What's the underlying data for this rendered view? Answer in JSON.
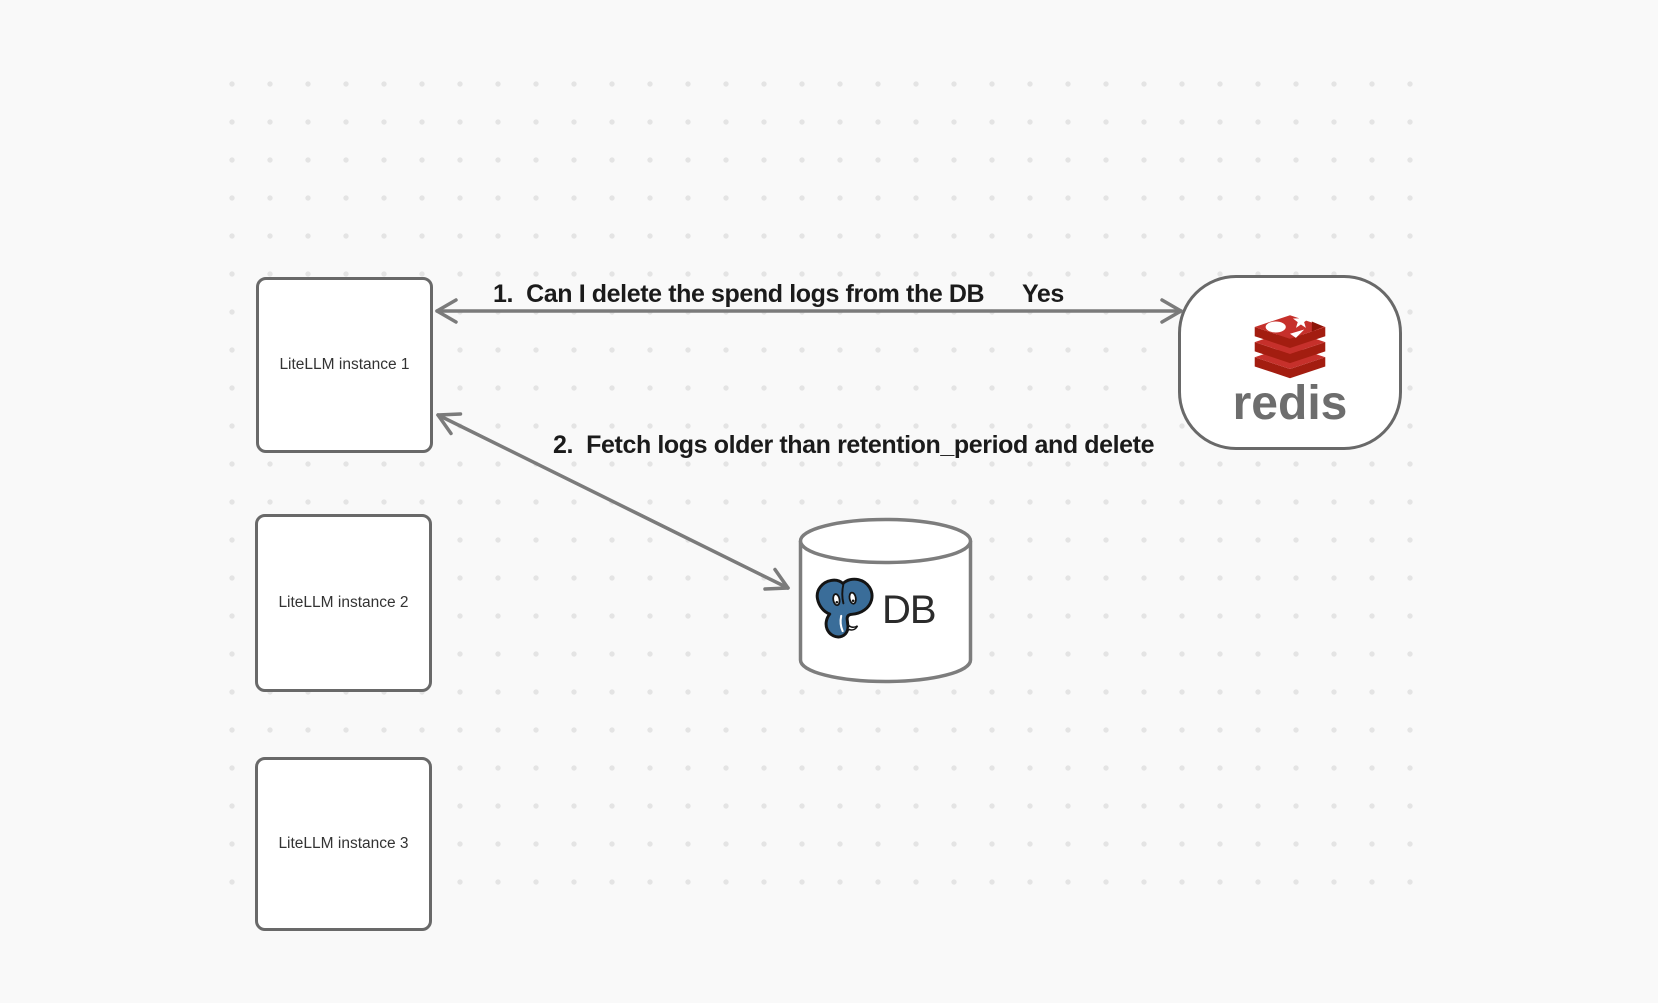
{
  "diagram": {
    "nodes": {
      "instance1": {
        "label": "LiteLLM instance 1"
      },
      "instance2": {
        "label": "LiteLLM instance 2"
      },
      "instance3": {
        "label": "LiteLLM instance 3"
      },
      "redis": {
        "label": "redis"
      },
      "db": {
        "label": "DB"
      }
    },
    "arrows": [
      {
        "label": "1.  Can I delete the spend logs from the DB",
        "response": "Yes",
        "from": "redis",
        "to": "instance1",
        "style": "double-headed"
      },
      {
        "label": "2.  Fetch logs older than retention_period and delete",
        "from": "instance1",
        "to": "db",
        "style": "double-headed"
      }
    ]
  },
  "icons": {
    "redis": "redis-logo",
    "db": "postgresql-elephant-logo"
  },
  "colors": {
    "canvas-bg": "#f9f9f9",
    "dot": "#e4e4e4",
    "shape-border": "#696969",
    "arrow": "#7b7b7b",
    "label-text": "#1b1b1b",
    "node-text": "#333333",
    "redis-red": "#c6302b",
    "redis-red-dark": "#a31d10",
    "redis-gray": "#6d6d6d",
    "postgres-blue": "#3a6d99",
    "db-text": "#2b2b2b"
  }
}
